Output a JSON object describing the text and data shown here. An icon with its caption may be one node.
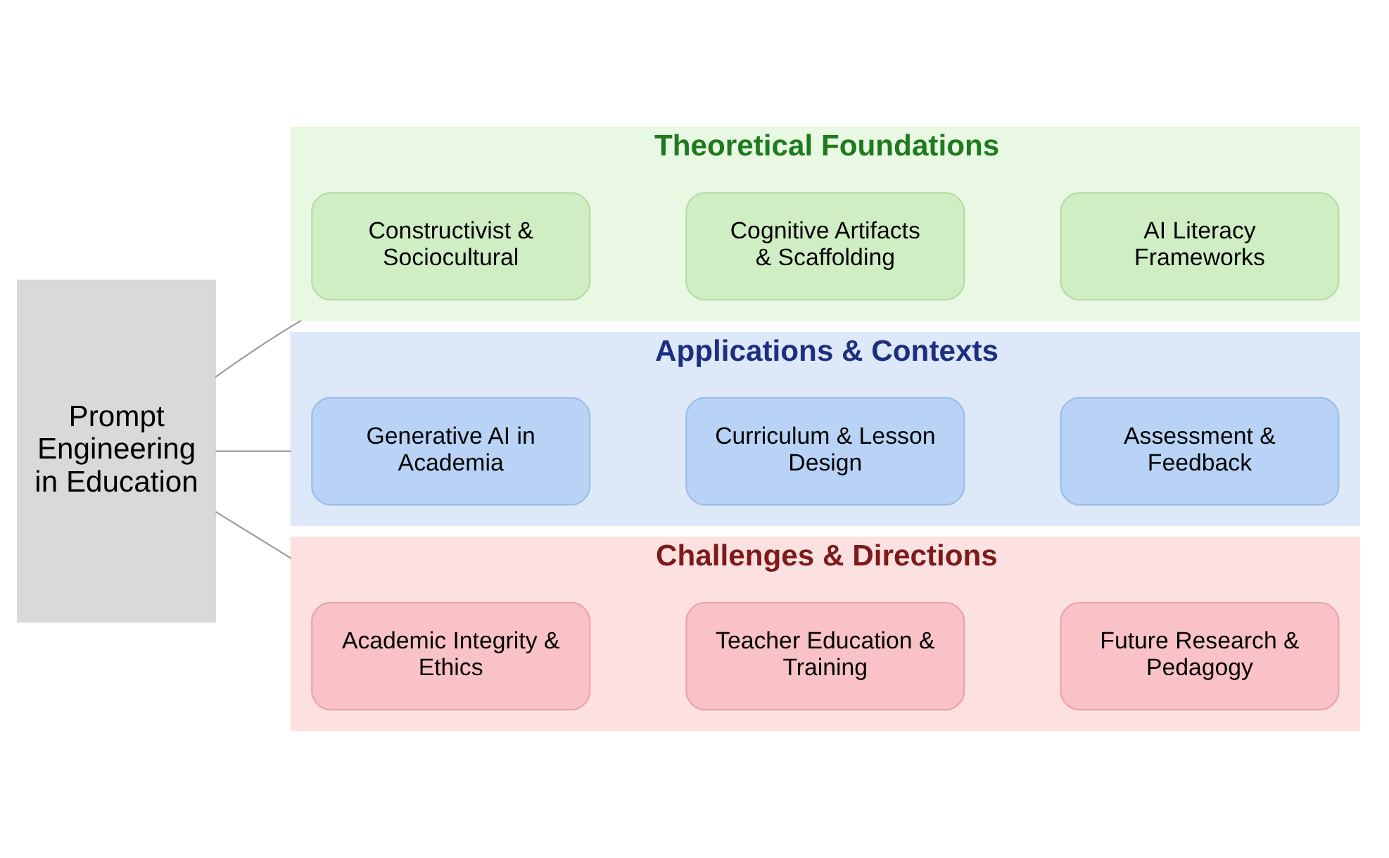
{
  "diagram": {
    "nodes": [
      {
        "text": [
          "Prompt Engineering in Education"
        ]
      },
      {
        "text": [
          "Theoretical Foundations"
        ]
      },
      {
        "text": [
          "Constructivist & Sociocultural"
        ],
        "in": 1
      },
      {
        "text": [
          "Cognitive Artifacts & Scaffolding"
        ],
        "in": 1
      },
      {
        "text": [
          "AI Literacy Frameworks"
        ],
        "in": 1
      },
      {
        "text": [
          "Applications & Contexts"
        ]
      },
      {
        "text": [
          "Generative AI in Academia"
        ],
        "in": 5
      },
      {
        "text": [
          "Curriculum & Lesson Design"
        ],
        "in": 5
      },
      {
        "text": [
          "Assessment & Feedback"
        ],
        "in": 5
      },
      {
        "text": [
          "Challenges & Directions"
        ]
      },
      {
        "text": [
          "Academic Integrity & Ethics"
        ],
        "in": 9
      },
      {
        "text": [
          "Teacher Education & Training"
        ],
        "in": 9
      },
      {
        "text": [
          "Future Research & Pedagogy"
        ],
        "in": 9
      }
    ],
    "edges": [
      {
        "from": 0,
        "to": 1,
        "arrow": "none"
      },
      {
        "from": 0,
        "to": 5,
        "arrow": "none"
      },
      {
        "from": 0,
        "to": 9,
        "arrow": "none"
      }
    ]
  }
}
